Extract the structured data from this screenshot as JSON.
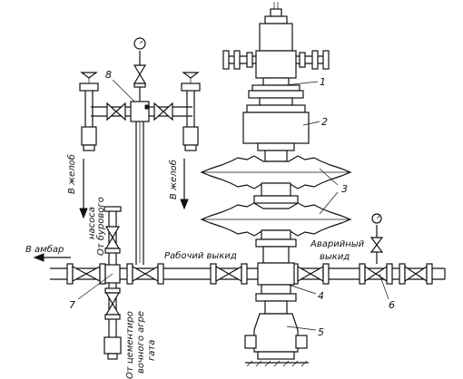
{
  "labels": {
    "to_barn": "В амбар",
    "from_drill_pump_1": "От бурового",
    "from_drill_pump_2": "насоса",
    "working_outlet": "Рабочий выкид",
    "emergency_outlet_1": "Аварийный",
    "emergency_outlet_2": "выкид",
    "chute_left": "В желоб",
    "chute_right": "В желоб",
    "from_cement_1": "От цементиро",
    "from_cement_2": "вочного агре",
    "from_cement_3": "гата"
  },
  "callouts": [
    "1",
    "2",
    "3",
    "4",
    "5",
    "6",
    "7",
    "8"
  ]
}
